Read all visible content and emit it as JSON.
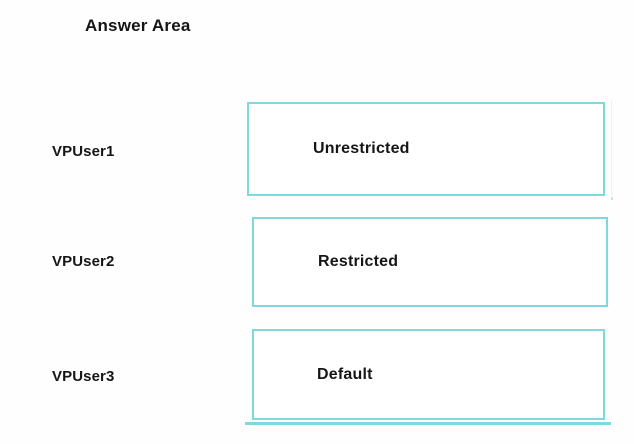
{
  "page": {
    "title": "Answer Area",
    "background_color": "#ffffff"
  },
  "theme": {
    "box_border_color": "#7fd9dc",
    "box_fill_color": "#ffffff",
    "text_color": "#161616"
  },
  "rows": [
    {
      "label": "VPUser1",
      "selected_value": "Unrestricted"
    },
    {
      "label": "VPUser2",
      "selected_value": "Restricted"
    },
    {
      "label": "VPUser3",
      "selected_value": "Default"
    }
  ]
}
